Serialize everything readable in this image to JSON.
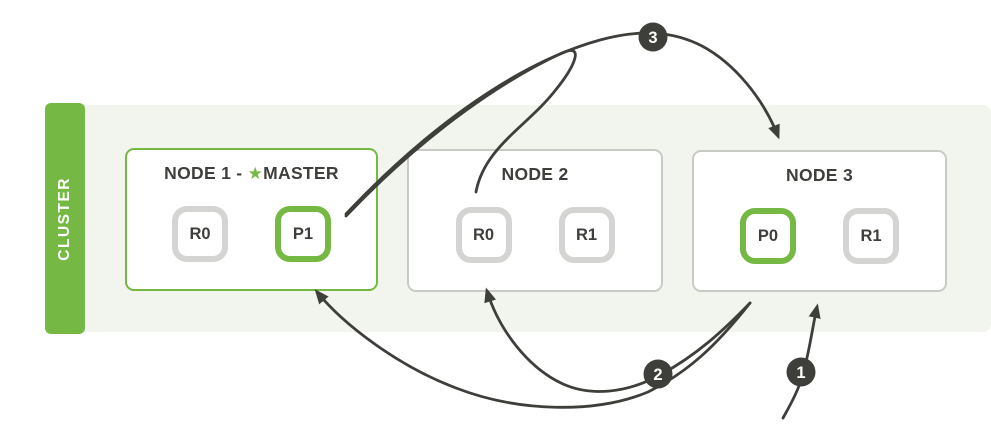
{
  "cluster": {
    "label": "CLUSTER"
  },
  "nodes": [
    {
      "title_prefix": "NODE 1 - ",
      "star": "★",
      "master_label": "MASTER",
      "shards": [
        {
          "label": "R0",
          "type": "replica"
        },
        {
          "label": "P1",
          "type": "primary"
        }
      ]
    },
    {
      "title": "NODE 2",
      "shards": [
        {
          "label": "R0",
          "type": "replica"
        },
        {
          "label": "R1",
          "type": "replica"
        }
      ]
    },
    {
      "title": "NODE 3",
      "shards": [
        {
          "label": "P0",
          "type": "primary"
        },
        {
          "label": "R1",
          "type": "replica"
        }
      ]
    }
  ],
  "steps": [
    {
      "label": "1"
    },
    {
      "label": "2"
    },
    {
      "label": "3"
    }
  ],
  "colors": {
    "green": "#75b843",
    "panel_bg": "#f2f4ee",
    "node_border": "#c9cac6",
    "shard_border": "#d4d4d2",
    "dark": "#3e3e3b"
  }
}
